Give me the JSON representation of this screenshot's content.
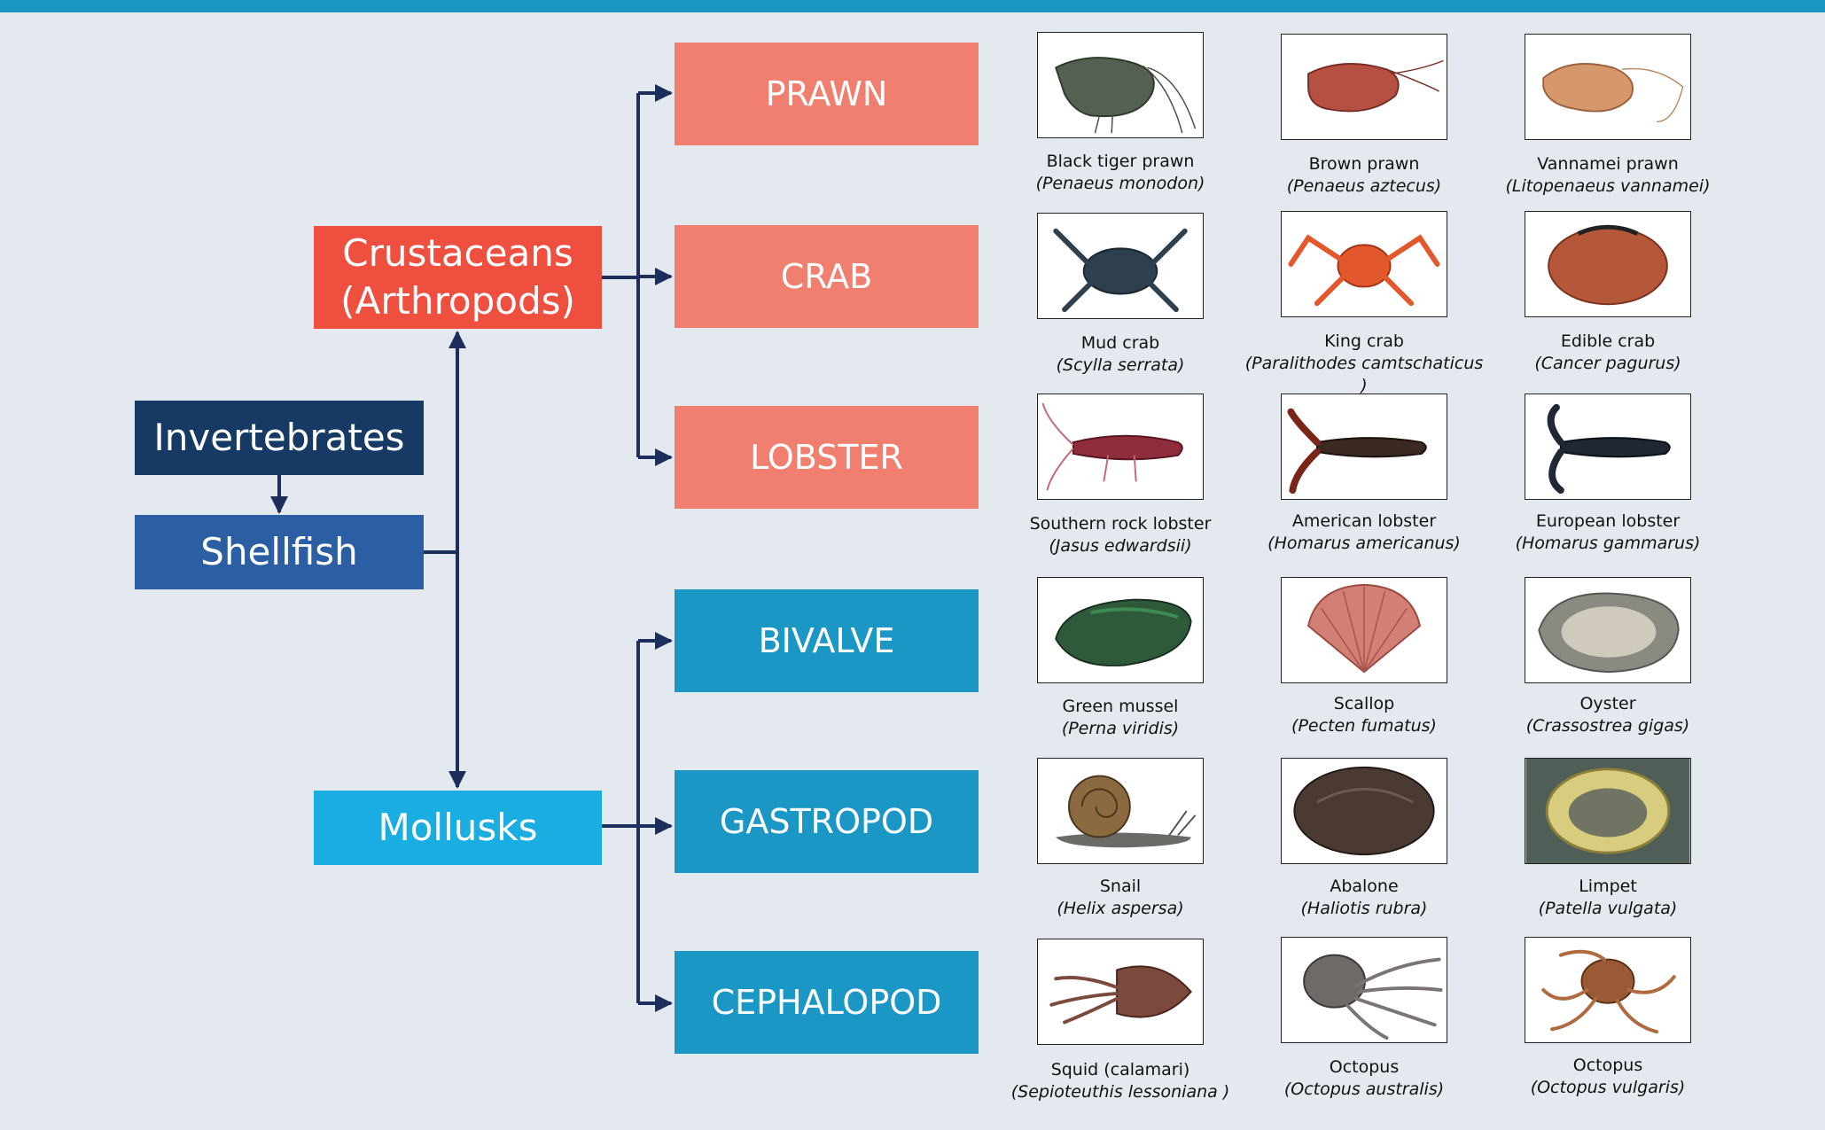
{
  "nodes": {
    "invertebrates": "Invertebrates",
    "shellfish": "Shellfish",
    "crustaceans": "Crustaceans\n(Arthropods)",
    "mollusks": "Mollusks"
  },
  "categories": {
    "prawn": "PRAWN",
    "crab": "CRAB",
    "lobster": "LOBSTER",
    "bivalve": "BIVALVE",
    "gastropod": "GASTROPOD",
    "cephalopod": "CEPHALOPOD"
  },
  "species": [
    {
      "name": "Black tiger prawn",
      "sci": "(Penaeus  monodon)"
    },
    {
      "name": "Brown prawn",
      "sci": "(Penaeus  aztecus)"
    },
    {
      "name": "Vannamei  prawn",
      "sci": "(Litopenaeus  vannamei)"
    },
    {
      "name": "Mud crab",
      "sci": "(Scylla  serrata)"
    },
    {
      "name": "King crab",
      "sci": "(Paralithodes  camtschaticus )"
    },
    {
      "name": "Edible crab",
      "sci": "(Cancer  pagurus)"
    },
    {
      "name": "Southern rock lobster",
      "sci": "(Jasus  edwardsii)"
    },
    {
      "name": "American lobster",
      "sci": "(Homarus  americanus)"
    },
    {
      "name": "European lobster",
      "sci": "(Homarus  gammarus)"
    },
    {
      "name": "Green mussel",
      "sci": "(Perna  viridis)"
    },
    {
      "name": "Scallop",
      "sci": "(Pecten  fumatus)"
    },
    {
      "name": "Oyster",
      "sci": "(Crassostrea  gigas)"
    },
    {
      "name": "Snail",
      "sci": "(Helix  aspersa)"
    },
    {
      "name": "Abalone",
      "sci": "(Haliotis  rubra)"
    },
    {
      "name": "Limpet",
      "sci": "(Patella  vulgata)"
    },
    {
      "name": "Squid (calamari)",
      "sci": "(Sepioteuthis  lessoniana )"
    },
    {
      "name": "Octopus",
      "sci": "(Octopus  australis)"
    },
    {
      "name": "Octopus",
      "sci": "(Octopus vulgaris)"
    }
  ],
  "colors": {
    "invertebrates": "#163a64",
    "shellfish": "#2b5ea3",
    "crustaceans": "#ef4f3e",
    "crustacean_category": "#f17f70",
    "mollusks": "#1aade2",
    "mollusk_category": "#1b97c6",
    "connector": "#1c2e5c"
  }
}
